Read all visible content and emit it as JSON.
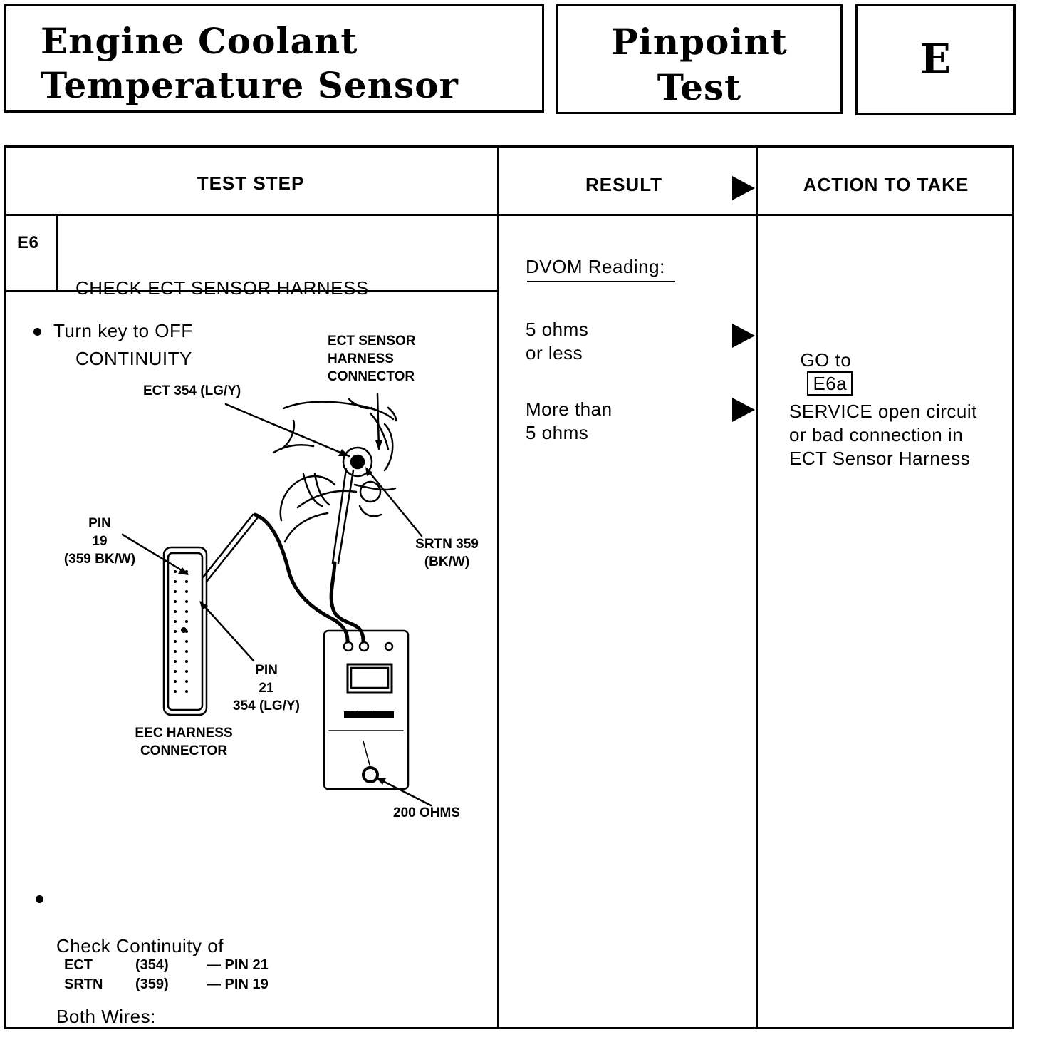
{
  "header": {
    "title_line1": "Engine Coolant",
    "title_line2": "Temperature Sensor",
    "pinpoint_line1": "Pinpoint",
    "pinpoint_line2": "Test",
    "section": "E"
  },
  "columns": {
    "test_step": "TEST STEP",
    "result": "RESULT",
    "action": "ACTION TO TAKE"
  },
  "step": {
    "id": "E6",
    "title_line1": "CHECK ECT SENSOR HARNESS",
    "title_line2": "CONTINUITY",
    "instruction1": "Turn key to OFF",
    "instruction2_line1": "Check Continuity of",
    "instruction2_line2": "Both Wires:",
    "wires": [
      {
        "name": "ECT",
        "circuit": "(354)",
        "pin": "— PIN 21"
      },
      {
        "name": "SRTN",
        "circuit": "(359)",
        "pin": "— PIN 19"
      }
    ]
  },
  "diagram": {
    "ect_connector": "ECT SENSOR\nHARNESS\nCONNECTOR",
    "ect_wire": "ECT 354 (LG/Y)",
    "pin19": "PIN\n19\n(359 BK/W)",
    "srtn_wire": "SRTN 359\n(BK/W)",
    "pin21": "PIN\n21\n354 (LG/Y)",
    "eec_connector": "EEC HARNESS\nCONNECTOR",
    "meter_brand": "Rotunda",
    "meter_range": "200 OHMS"
  },
  "result": {
    "heading": "DVOM Reading:",
    "row1": "5 ohms\nor less",
    "row2": "More than\n5 ohms"
  },
  "action": {
    "row1_prefix": "GO to",
    "row1_ref": "E6a",
    "row2": "SERVICE open circuit\nor bad connection in\nECT Sensor Harness"
  }
}
